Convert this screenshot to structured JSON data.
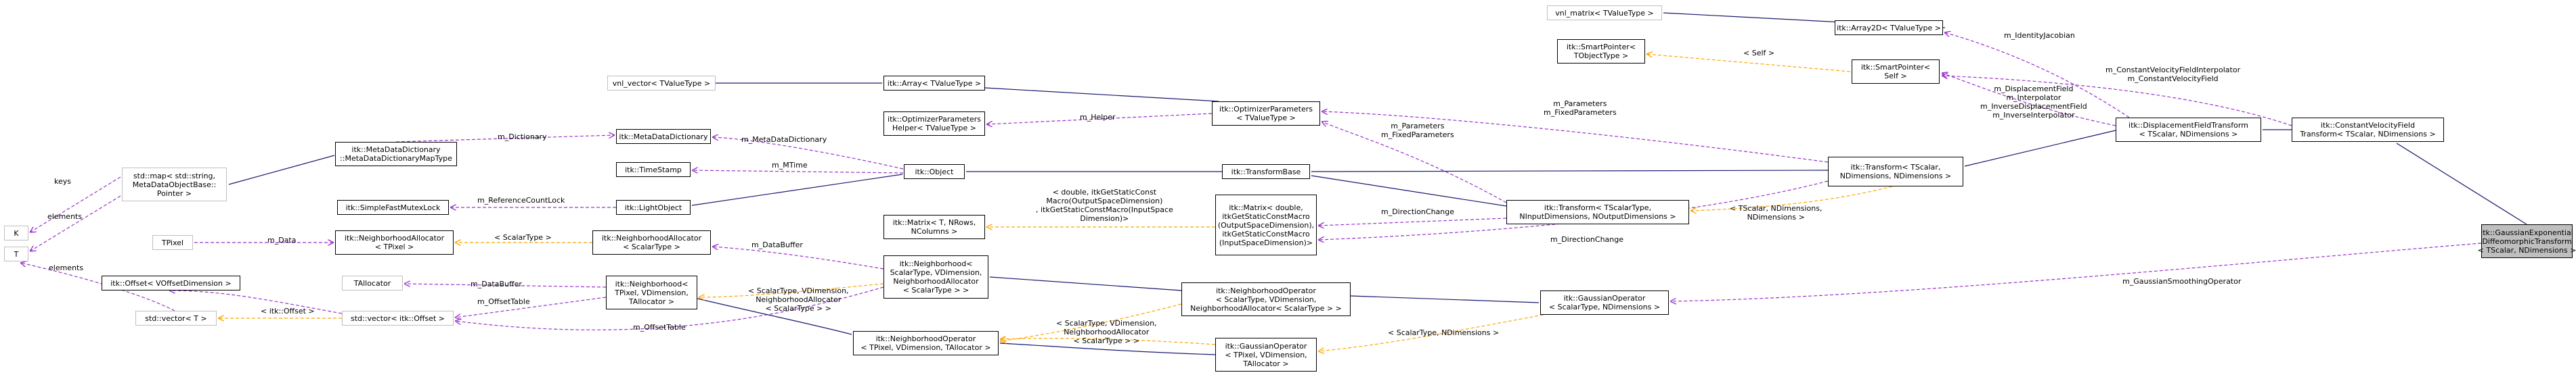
{
  "colors": {
    "inherit": "#191970",
    "use": "#9a32cd",
    "template": "#ffa500",
    "node_border": "#000000",
    "external_border": "#bfbfbf",
    "focus_fill": "#bfbfbf"
  },
  "nodes": {
    "k": [
      "K"
    ],
    "t": [
      "T"
    ],
    "std_map": [
      "std::map< std::string,",
      "MetaDataObjectBase::",
      "Pointer >"
    ],
    "metadata_dictionary_map": [
      "itk::MetaDataDictionary",
      "::MetaDataDictionaryMapType"
    ],
    "metadata_dictionary": [
      "itk::MetaDataDictionary"
    ],
    "timestamp": [
      "itk::TimeStamp"
    ],
    "simple_fast_mutex": [
      "itk::SimpleFastMutexLock"
    ],
    "light_object": [
      "itk::LightObject"
    ],
    "object": [
      "itk::Object"
    ],
    "vnl_vector": [
      "vnl_vector< TValueType >"
    ],
    "array": [
      "itk::Array< TValueType >"
    ],
    "optimizer_helper": [
      "itk::OptimizerParameters",
      "Helper< TValueType >"
    ],
    "optimizer_parameters": [
      "itk::OptimizerParameters",
      "< TValueType >"
    ],
    "transform_base": [
      "itk::TransformBase"
    ],
    "transform_generic": [
      "itk::Transform< TScalarType,",
      "NInputDimensions, NOutputDimensions >"
    ],
    "transform_scalar": [
      "itk::Transform< TScalar,",
      "NDimensions, NDimensions >"
    ],
    "vnl_matrix": [
      "vnl_matrix< TValueType >"
    ],
    "array2d": [
      "itk::Array2D< TValueType >"
    ],
    "smart_pointer_t": [
      "itk::SmartPointer<",
      "TObjectType >"
    ],
    "smart_pointer_self": [
      "itk::SmartPointer<",
      "Self >"
    ],
    "displacement_field_transform": [
      "itk::DisplacementFieldTransform",
      "< TScalar, NDimensions >"
    ],
    "constant_velocity_field_transform": [
      "itk::ConstantVelocityField",
      "Transform< TScalar, NDimensions >"
    ],
    "gaussian_exponential_diffeomorphic": [
      "itk::GaussianExponential",
      "DiffeomorphicTransform",
      "< TScalar, NDimensions >"
    ],
    "matrix_n": [
      "itk::Matrix< T, NRows,",
      "NColumns >"
    ],
    "matrix_double": [
      "itk::Matrix< double,",
      "itkGetStaticConstMacro",
      "(OutputSpaceDimension),",
      "itkGetStaticConstMacro",
      "(InputSpaceDimension)>"
    ],
    "tpixel": [
      "TPixel"
    ],
    "neighborhood_allocator_tpixel": [
      "itk::NeighborhoodAllocator",
      "< TPixel >"
    ],
    "neighborhood_allocator_scalar": [
      "itk::NeighborhoodAllocator",
      "< ScalarType >"
    ],
    "tallocator": [
      "TAllocator"
    ],
    "neighborhood_tpixel": [
      "itk::Neighborhood<",
      "TPixel, VDimension,",
      "TAllocator >"
    ],
    "neighborhood_scalar": [
      "itk::Neighborhood<",
      "ScalarType, VDimension,",
      "NeighborhoodAllocator",
      "< ScalarType > >"
    ],
    "offset": [
      "itk::Offset< VOffsetDimension >"
    ],
    "std_vector_t": [
      "std::vector< T >"
    ],
    "std_vector_offset": [
      "std::vector< itk::Offset >"
    ],
    "neighborhood_operator_tpixel": [
      "itk::NeighborhoodOperator",
      "< TPixel, VDimension, TAllocator >"
    ],
    "neighborhood_operator_scalar": [
      "itk::NeighborhoodOperator",
      "< ScalarType, VDimension,",
      "NeighborhoodAllocator< ScalarType > >"
    ],
    "gaussian_operator_tpixel": [
      "itk::GaussianOperator",
      "< TPixel, VDimension,",
      "TAllocator >"
    ],
    "gaussian_operator_scalar": [
      "itk::GaussianOperator",
      "< ScalarType, NDimensions >"
    ]
  },
  "edge_labels": {
    "keys": [
      "keys"
    ],
    "elements_map": [
      "elements"
    ],
    "elements_vector": [
      "elements"
    ],
    "m_dictionary": [
      "m_Dictionary"
    ],
    "m_metadata_dictionary": [
      "m_MetaDataDictionary"
    ],
    "m_mtime": [
      "m_MTime"
    ],
    "m_reference_count_lock": [
      "m_ReferenceCountLock"
    ],
    "m_helper": [
      "m_Helper"
    ],
    "m_parameters": [
      "m_Parameters",
      "m_FixedParameters"
    ],
    "m_parameters_generic": [
      "m_Parameters",
      "m_FixedParameters"
    ],
    "m_direction_change": [
      "m_DirectionChange"
    ],
    "m_direction_change_generic": [
      "m_DirectionChange"
    ],
    "matrix_double_template": [
      "< double, itkGetStaticConst",
      "Macro(OutputSpaceDimension)",
      ", itkGetStaticConstMacro(InputSpace",
      "Dimension)>"
    ],
    "transform_template": [
      "< TScalar, NDimensions,",
      "NDimensions >"
    ],
    "self": [
      "< Self >"
    ],
    "m_identity_jacobian": [
      "m_IdentityJacobian"
    ],
    "m_constant_velocity": [
      "m_ConstantVelocityFieldInterpolator",
      "m_ConstantVelocityField"
    ],
    "m_displacement": [
      "m_DisplacementField",
      "m_Interpolator",
      "m_InverseDisplacementField",
      "m_InverseInterpolator"
    ],
    "m_data": [
      "m_Data"
    ],
    "scalar_type_template": [
      "< ScalarType >"
    ],
    "m_data_buffer": [
      "m_DataBuffer"
    ],
    "m_data_buffer_tpixel": [
      "m_DataBuffer"
    ],
    "m_offset_table": [
      "m_OffsetTable"
    ],
    "m_offset_table_tpixel": [
      "m_OffsetTable"
    ],
    "itk_offset_template": [
      "< itk::Offset >"
    ],
    "neighborhood_template": [
      "< ScalarType, VDimension,",
      "NeighborhoodAllocator",
      "< ScalarType > >"
    ],
    "neighborhood_operator_template": [
      "< ScalarType, VDimension,",
      "NeighborhoodAllocator",
      "< ScalarType > >"
    ],
    "gaussian_operator_template": [
      "< ScalarType, NDimensions >"
    ],
    "m_gaussian_smoothing_operator": [
      "m_GaussianSmoothingOperator"
    ]
  }
}
